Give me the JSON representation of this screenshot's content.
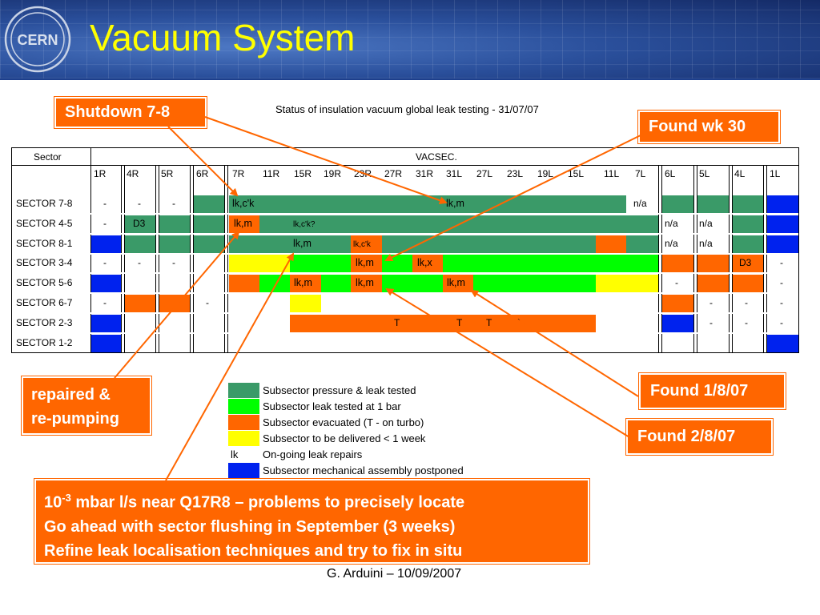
{
  "header": {
    "logo_text": "CERN",
    "title": "Vacuum System"
  },
  "status_title": "Status of insulation vacuum global leak testing - 31/07/07",
  "colors": {
    "dark_green": "#3a9a68",
    "light_green": "#00ff00",
    "orange": "#ff6600",
    "yellow": "#ffff00",
    "blue": "#0022ee",
    "header_blue": "#2a4f9b",
    "title_yellow": "#ffff00"
  },
  "callouts": {
    "shutdown": "Shutdown 7-8",
    "found_wk30": "Found wk 30",
    "repaired_line1": "repaired &",
    "repaired_line2": "re-pumping",
    "found_1_8": "Found 1/8/07",
    "found_2_8": "Found 2/8/07",
    "note_line1_pre": "10",
    "note_line1_sup": "-3",
    "note_line1_post": " mbar l/s near Q17R8 – problems to precisely locate",
    "note_line2": "Go ahead with sector flushing in September (3 weeks)",
    "note_line3": "Refine leak localisation techniques and try to fix in situ"
  },
  "table": {
    "sector_header": "Sector",
    "vacsec_header": "VACSEC.",
    "columns": [
      "1R",
      "4R",
      "5R",
      "6R",
      "7R",
      "11R",
      "15R",
      "19R",
      "23R",
      "27R",
      "31R",
      "31L",
      "27L",
      "23L",
      "19L",
      "15L",
      "11L",
      "7L",
      "6L",
      "5L",
      "4L",
      "1L"
    ],
    "rows": [
      {
        "label": "SECTOR 7-8",
        "texts": [
          [
            "-"
          ],
          [
            "-"
          ],
          [
            "-"
          ],
          [],
          [
            "lk,c'k",
            "",
            "",
            "",
            "",
            "",
            "lk,m",
            "",
            "",
            "",
            "",
            "",
            "n/a"
          ],
          [],
          [],
          [],
          []
        ]
      },
      {
        "label": "SECTOR 4-5"
      },
      {
        "label": "SECTOR 8-1"
      },
      {
        "label": "SECTOR 3-4"
      },
      {
        "label": "SECTOR 5-6"
      },
      {
        "label": "SECTOR 6-7"
      },
      {
        "label": "SECTOR 2-3"
      },
      {
        "label": "SECTOR 1-2"
      }
    ],
    "cell_texts": {
      "dash": "-",
      "d3": "D3",
      "na": "n/a",
      "lk_ck": "lk,c'k",
      "lk_m": "lk,m",
      "lk_ck_q": "lk,c'k?",
      "lk_x": "lk,x",
      "t": "T",
      "tick": "`"
    }
  },
  "legend": [
    {
      "color": "#3a9a68",
      "label": "Subsector pressure & leak tested"
    },
    {
      "color": "#00ff00",
      "label": "Subsector leak tested at 1 bar"
    },
    {
      "color": "#ff6600",
      "label": "Subsector evacuated (T - on turbo)"
    },
    {
      "color": "#ffff00",
      "label": "Subsector to be delivered < 1 week"
    },
    {
      "color": "",
      "label": "On-going leak repairs",
      "symbol": "lk"
    },
    {
      "color": "#0022ee",
      "label": "Subsector mechanical assembly postponed"
    }
  ],
  "footer": "G. Arduini – 10/09/2007"
}
